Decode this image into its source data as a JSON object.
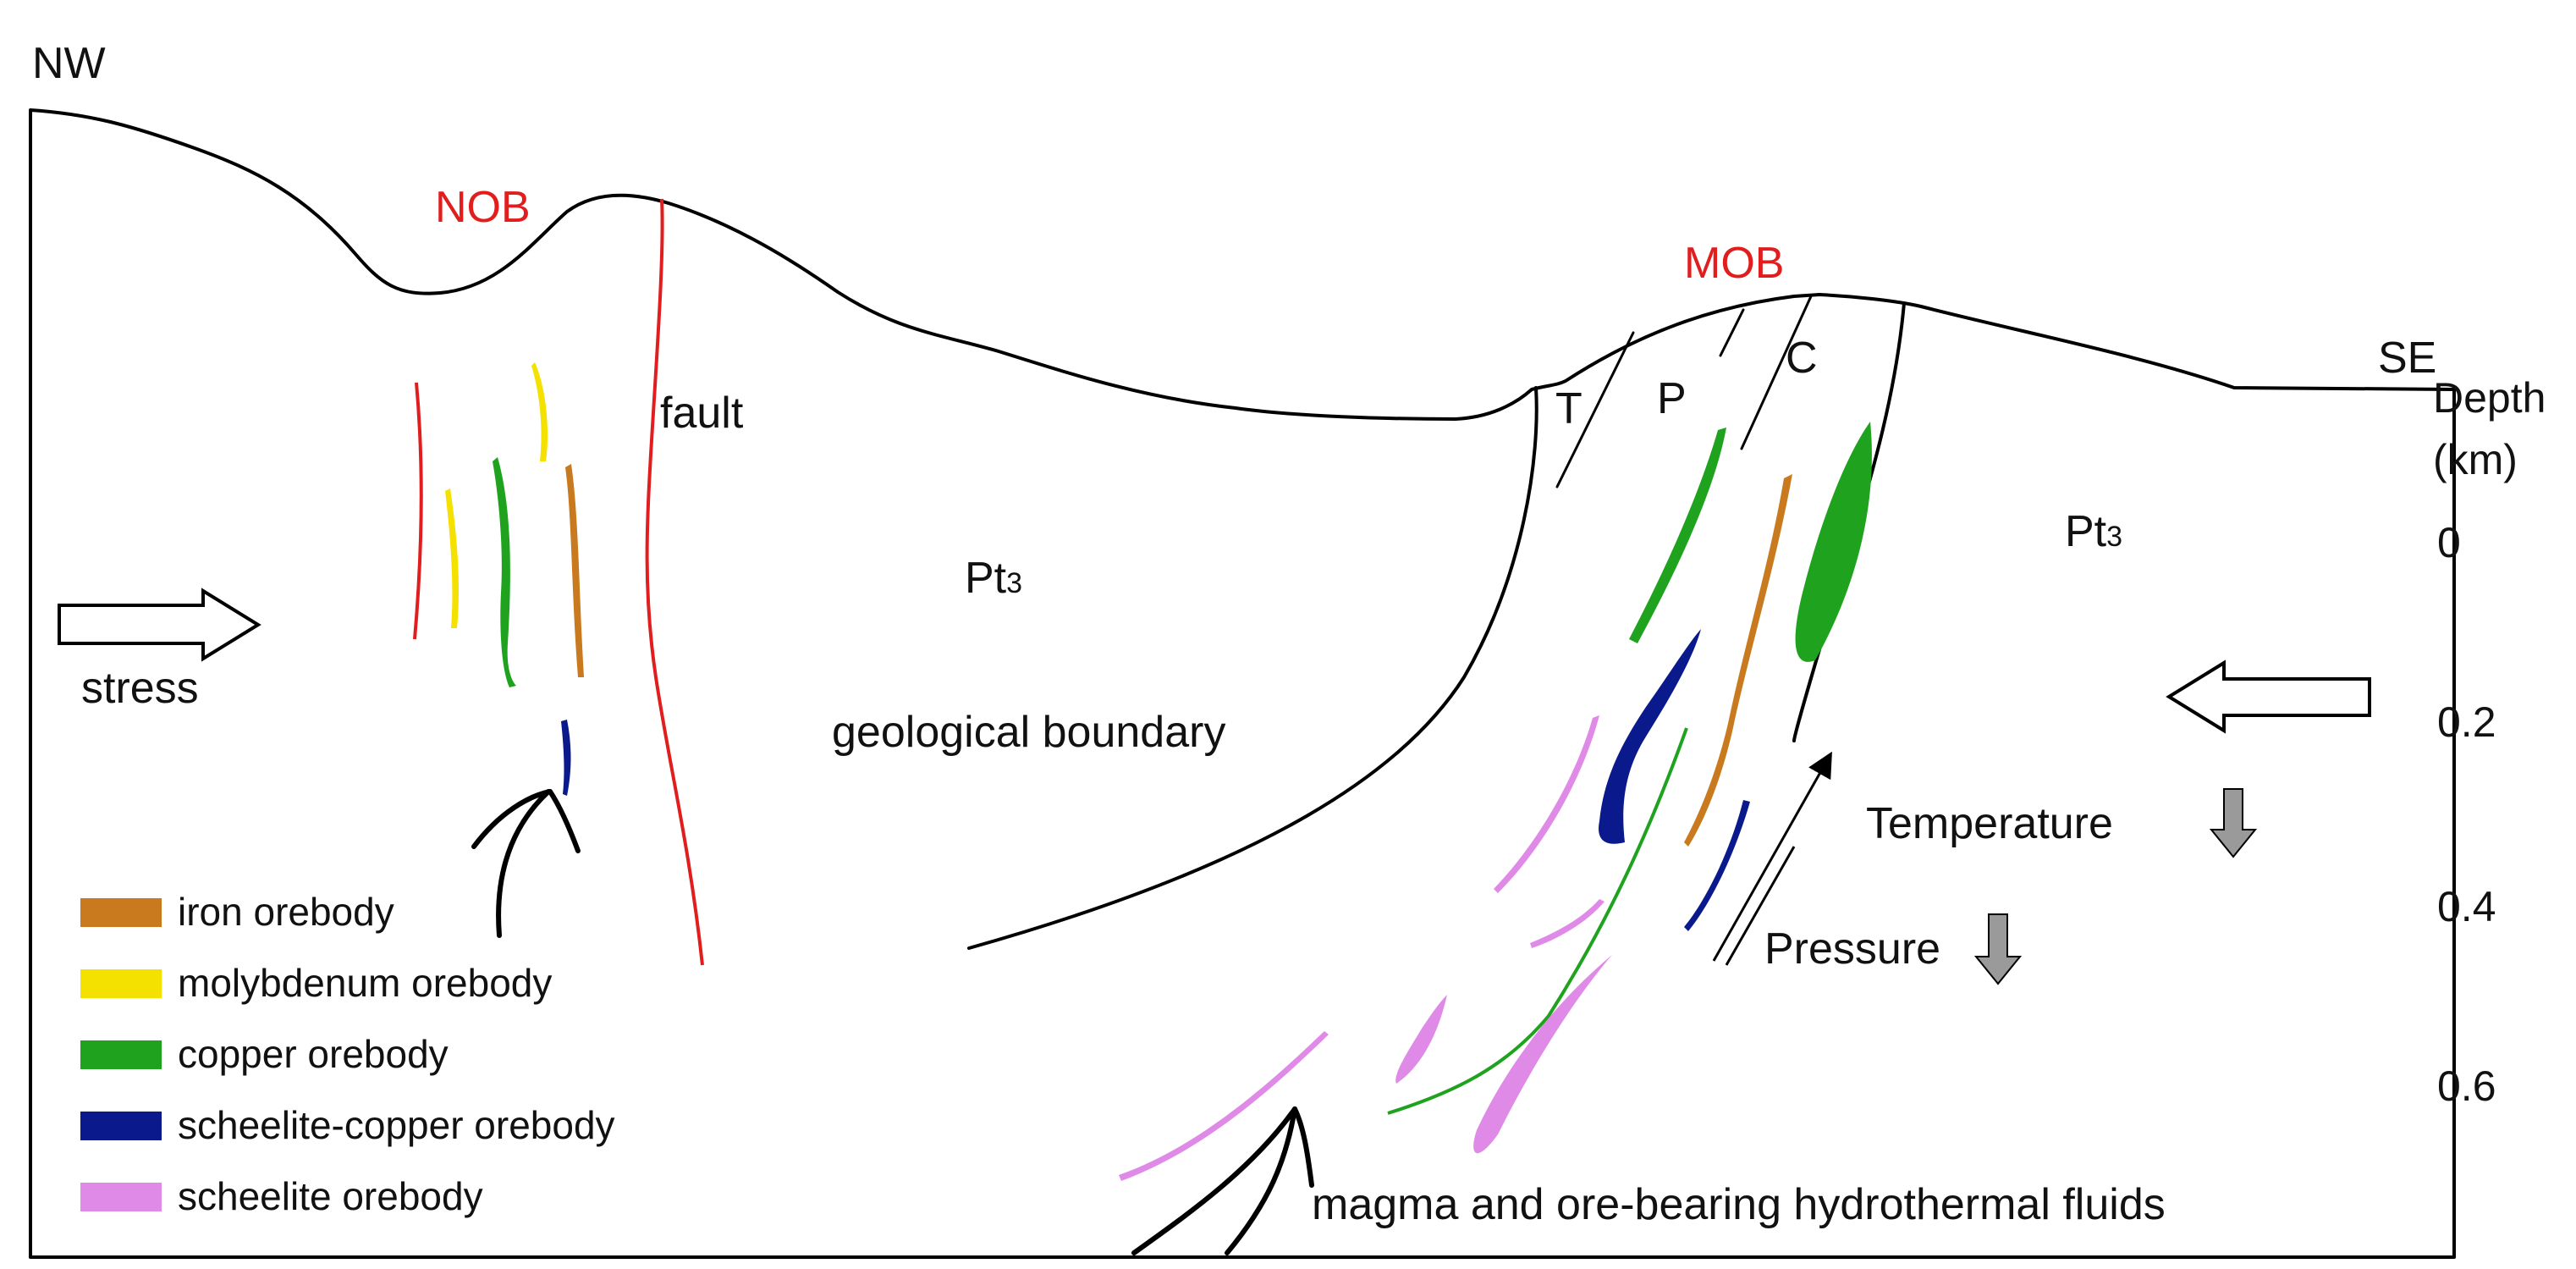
{
  "directions": {
    "left": "NW",
    "right": "SE"
  },
  "orebody_labels": {
    "north": "NOB",
    "middle": "MOB"
  },
  "labels": {
    "fault": "fault",
    "geo_boundary": "geological boundary",
    "stress": "stress",
    "magma": "magma and ore-bearing hydrothermal fluids",
    "temperature": "Temperature",
    "pressure": "Pressure"
  },
  "strata": {
    "pt3": {
      "base": "Pt",
      "sub": "3"
    },
    "T": "T",
    "P": "P",
    "C": "C"
  },
  "depth_axis": {
    "title_line1": "Depth",
    "title_line2": "(km)",
    "ticks": [
      "0",
      "0.2",
      "0.4",
      "0.6"
    ]
  },
  "legend": [
    {
      "label": "iron orebody",
      "color": "#c97a1e"
    },
    {
      "label": "molybdenum orebody",
      "color": "#f5e100"
    },
    {
      "label": "copper orebody",
      "color": "#1fa31f"
    },
    {
      "label": "scheelite-copper orebody",
      "color": "#0a1a8c"
    },
    {
      "label": "scheelite orebody",
      "color": "#e08ae8"
    }
  ],
  "colors": {
    "fault": "#e11d1d",
    "iron": "#c97a1e",
    "molybdenum": "#f5e100",
    "copper": "#1fa31f",
    "scheelite_copper": "#0a1a8c",
    "scheelite": "#e08ae8",
    "trend_arrow": "#9a9a9a"
  }
}
